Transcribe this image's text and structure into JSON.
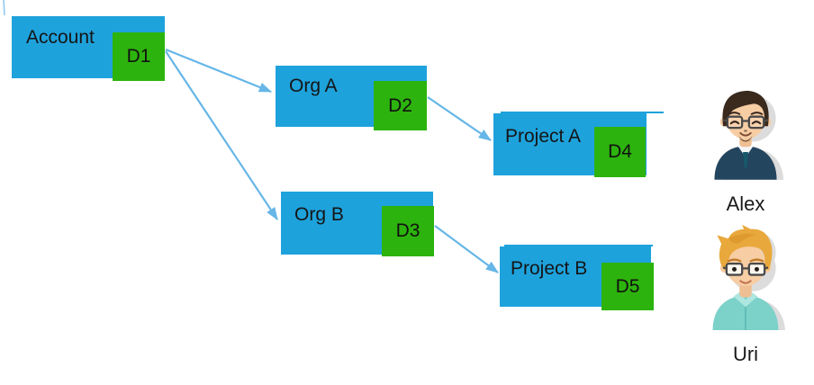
{
  "diagram": {
    "nodes": [
      {
        "label": "Account",
        "badge": "D1"
      },
      {
        "label": "Org A",
        "badge": "D2"
      },
      {
        "label": "Project A",
        "badge": "D4"
      },
      {
        "label": "Org B",
        "badge": "D3"
      },
      {
        "label": "Project B",
        "badge": "D5"
      }
    ],
    "edges": [
      {
        "from": "D1",
        "to": "Org A"
      },
      {
        "from": "D1",
        "to": "Org B"
      },
      {
        "from": "D2",
        "to": "Project A"
      },
      {
        "from": "D3",
        "to": "Project B"
      }
    ],
    "colors": {
      "node_fill": "#1EA2DC",
      "badge_fill": "#2DB30D",
      "arrow": "#66B6E7",
      "label_text": "#151515"
    }
  },
  "users": [
    {
      "name": "Alex",
      "avatar": "man-dark-hair-glasses-navy-sweater"
    },
    {
      "name": "Uri",
      "avatar": "man-blond-hair-glasses-teal-shirt"
    }
  ]
}
